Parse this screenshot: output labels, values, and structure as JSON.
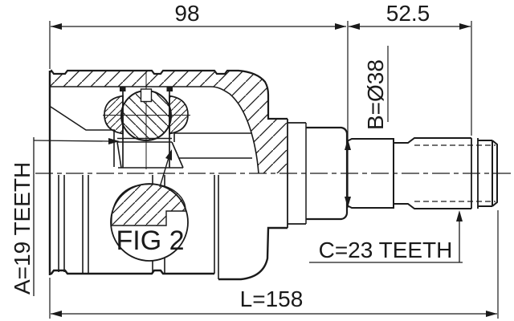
{
  "drawing": {
    "dimensions": {
      "housing_width": "98",
      "stub_length": "52.5",
      "overall_length": "L=158",
      "shaft_diameter": "B=Ø38"
    },
    "labels": {
      "inner_spline": "A=19 TEETH",
      "outer_spline": "C=23 TEETH",
      "detail_reference": "FIG 2"
    },
    "colors": {
      "line": "#1a1a1a",
      "background": "#ffffff"
    }
  }
}
